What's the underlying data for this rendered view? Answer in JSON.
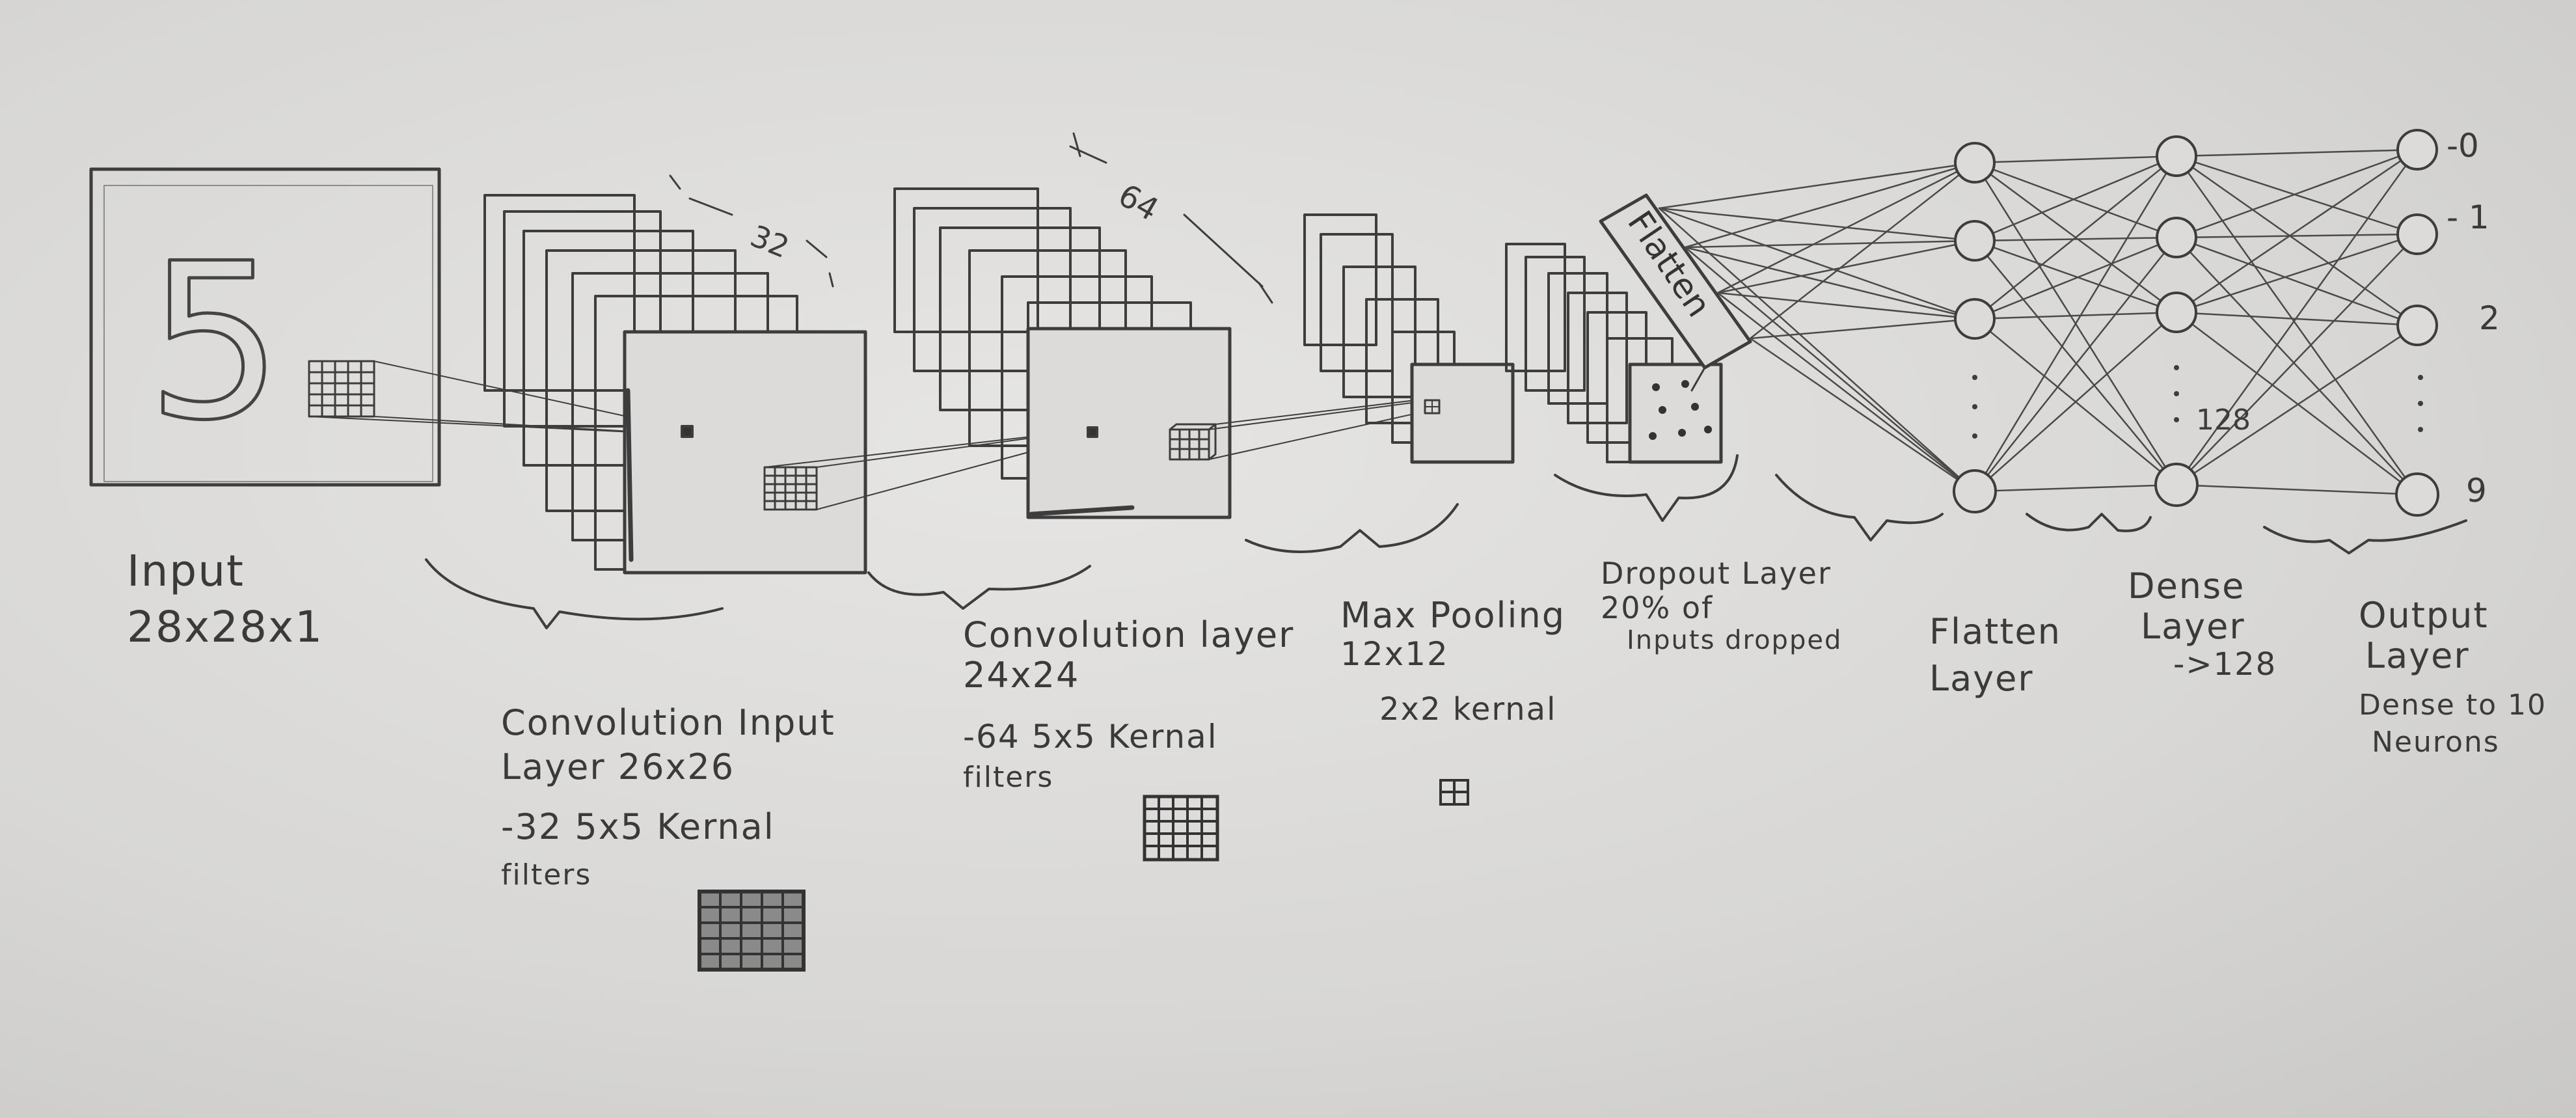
{
  "input": {
    "digit": "5",
    "label_title": "Input",
    "label_dims": "28x28x1"
  },
  "conv1": {
    "depth_label": "32",
    "label_line1": "Convolution Input",
    "label_line2": "Layer 26x26",
    "label_line3": "-32 5x5 Kernal",
    "label_line4": "filters"
  },
  "conv2": {
    "depth_label": "64",
    "label_line1": "Convolution layer",
    "label_line2": "24x24",
    "label_line3": "-64 5x5 Kernal",
    "label_line4": "filters"
  },
  "pool": {
    "label_line1": "Max Pooling",
    "label_line2": "12x12",
    "label_line3": "2x2 kernal"
  },
  "dropout": {
    "label_line1": "Dropout Layer",
    "label_line2": "20% of",
    "label_line3": "Inputs dropped"
  },
  "flatten": {
    "tag": "Flatten",
    "label_line1": "Flatten",
    "label_line2": "Layer"
  },
  "dense": {
    "count_label": "128",
    "label_line1": "Dense",
    "label_line2": "Layer",
    "label_line3": "->128"
  },
  "output": {
    "neuron_labels": [
      "-0",
      "- 1",
      "2",
      "9"
    ],
    "label_line1": "Output",
    "label_line2": "Layer",
    "label_line3": "Dense to 10",
    "label_line4": "Neurons"
  },
  "colors": {
    "pencil": "#3a3a3a",
    "paper": "#dedddb"
  }
}
